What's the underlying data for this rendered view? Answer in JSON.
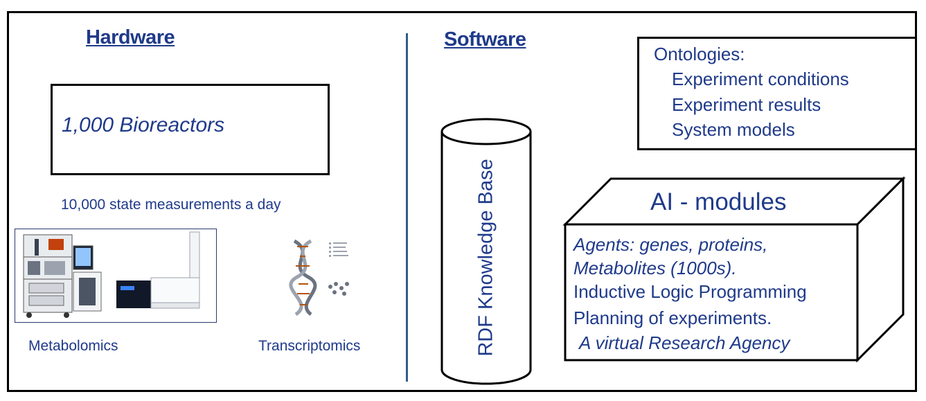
{
  "hardware": {
    "heading": "Hardware",
    "bioreactor_label": "1,000 Bioreactors",
    "measurements_label": "10,000 state measurements a day",
    "metabolomics_label": "Metabolomics",
    "transcriptomics_label": "Transcriptomics"
  },
  "software": {
    "heading": "Software",
    "knowledge_base_label": "RDF Knowledge Base",
    "ontologies": {
      "title": "Ontologies:",
      "items": [
        "Experiment conditions",
        "Experiment results",
        "System models"
      ]
    },
    "ai_modules": {
      "title": "AI - modules",
      "lines": [
        "Agents: genes, proteins,",
        "Metabolites (1000s).",
        "Inductive Logic Programming",
        "Planning of experiments.",
        "A virtual Research Agency"
      ]
    }
  },
  "colors": {
    "text": "#1f3a8a",
    "divider": "#2f5c8a",
    "border": "#000000"
  }
}
